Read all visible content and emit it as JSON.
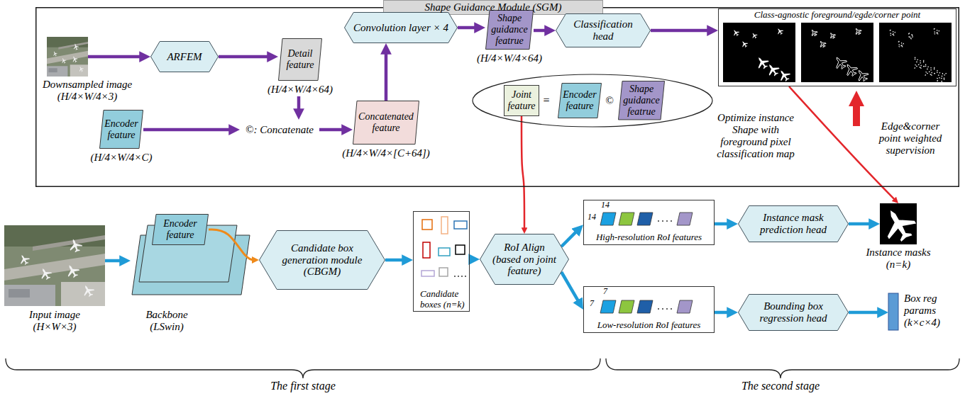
{
  "diagram": {
    "nodes": [
      {
        "text": [
          "Shape Guidance Module (SGM)"
        ]
      },
      {
        "text": [
          "Downsampled image (H/4×W/4×3)"
        ],
        "in": 0
      },
      {
        "text": [
          "ARFEM"
        ],
        "in": 0
      },
      {
        "text": [
          "Detail feature",
          "(H/4×W/4×64)"
        ],
        "in": 0
      },
      {
        "text": [
          "Convolution layer × 4"
        ],
        "in": 0
      },
      {
        "text": [
          "Shape guidance featrue",
          "(H/4×W/4×64)"
        ],
        "in": 0
      },
      {
        "text": [
          "Classification head"
        ],
        "in": 0
      },
      {
        "text": [
          "Class-agnostic foreground/egde/corner point"
        ],
        "in": 0
      },
      {
        "text": [
          "Encoder feature",
          "(H/4×W/4×C)"
        ],
        "in": 0
      },
      {
        "text": [
          "©: Concatenate"
        ],
        "in": 0
      },
      {
        "text": [
          "Concatenated feature",
          "(H/4×W/4×[C+64])"
        ],
        "in": 0
      },
      {
        "text": [
          "=",
          "©"
        ],
        "in": 0
      },
      {
        "text": [
          "Joint feature"
        ],
        "in": 11
      },
      {
        "text": [
          "Encoder feature"
        ],
        "in": 11
      },
      {
        "text": [
          "Shape guidance featrue"
        ],
        "in": 11
      },
      {
        "text": [
          "Input image (H×W×3)"
        ]
      },
      {
        "text": [
          "Backbone (LSwin)"
        ]
      },
      {
        "text": [
          "Encoder feature"
        ],
        "in": 16
      },
      {
        "text": [
          "Candidate box generation module (CBGM)"
        ]
      },
      {
        "text": [
          "Candidate boxes (n=k)"
        ]
      },
      {
        "text": [
          "RoI Align (based on joint feature)"
        ]
      },
      {
        "text": [
          "14",
          "14",
          "High-resolution RoI features"
        ]
      },
      {
        "text": [
          "7",
          "7",
          "Low-resolution RoI features"
        ]
      },
      {
        "text": [
          "Instance mask prediction head"
        ]
      },
      {
        "text": [
          "Bounding box regression head"
        ]
      },
      {
        "text": [
          "Instance masks (n=k)"
        ]
      },
      {
        "text": [
          "Box reg params (k×c×4)"
        ]
      }
    ],
    "edges": [
      {
        "from": 1,
        "to": 2,
        "arrow": "to"
      },
      {
        "from": 2,
        "to": 3,
        "arrow": "to"
      },
      {
        "from": 3,
        "to": 9,
        "arrow": "to"
      },
      {
        "from": 8,
        "to": 9,
        "arrow": "to"
      },
      {
        "from": 9,
        "to": 10,
        "arrow": "to"
      },
      {
        "from": 10,
        "to": 4,
        "arrow": "to"
      },
      {
        "from": 4,
        "to": 5,
        "arrow": "to"
      },
      {
        "from": 5,
        "to": 6,
        "arrow": "to"
      },
      {
        "from": 6,
        "to": 7,
        "arrow": "to"
      },
      {
        "from": 15,
        "to": 16,
        "arrow": "to"
      },
      {
        "from": 17,
        "to": 18,
        "arrow": "to"
      },
      {
        "from": 18,
        "to": 19,
        "arrow": "to"
      },
      {
        "from": 19,
        "to": 20,
        "arrow": "to"
      },
      {
        "from": 12,
        "to": 20,
        "arrow": "to"
      },
      {
        "from": 20,
        "to": 21,
        "arrow": "to"
      },
      {
        "from": 20,
        "to": 22,
        "arrow": "to"
      },
      {
        "from": 21,
        "to": 23,
        "arrow": "to"
      },
      {
        "from": 22,
        "to": 24,
        "arrow": "to"
      },
      {
        "from": 23,
        "to": 25,
        "arrow": "to"
      },
      {
        "from": 24,
        "to": 26,
        "arrow": "to"
      },
      {
        "from": 7,
        "to": 25,
        "arrow": "to"
      }
    ],
    "labels": [
      "Optimize instance Shape with foreground pixel classification map",
      "Edge&corner point weighted supervision",
      "The first stage",
      "The second stage"
    ]
  }
}
